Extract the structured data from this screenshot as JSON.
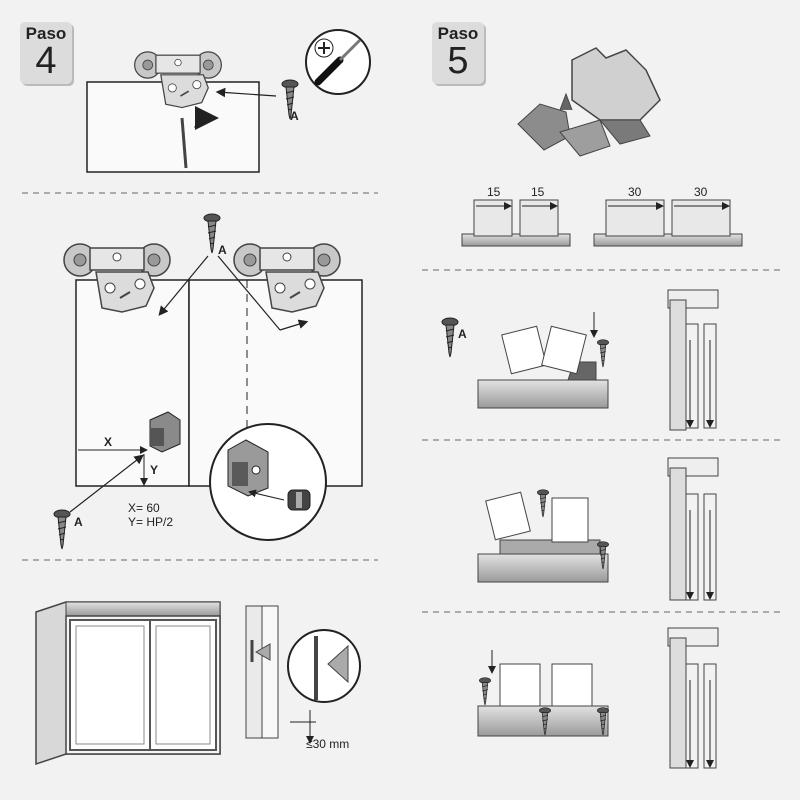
{
  "steps": [
    {
      "word": "Paso",
      "number": "4"
    },
    {
      "word": "Paso",
      "number": "5"
    }
  ],
  "labels": {
    "screw": "A",
    "x": "X",
    "y": "Y",
    "x_value": "X= 60",
    "y_value": "Y= HP/2",
    "clearance": "≤30 mm",
    "dim_15a": "15",
    "dim_15b": "15",
    "dim_30a": "30",
    "dim_30b": "30"
  },
  "colors": {
    "background": "#f2f2f2",
    "line": "#222222",
    "badge": "#dcdcdc",
    "metal": "#b8b8b8",
    "metal_dark": "#6e6e6e"
  }
}
